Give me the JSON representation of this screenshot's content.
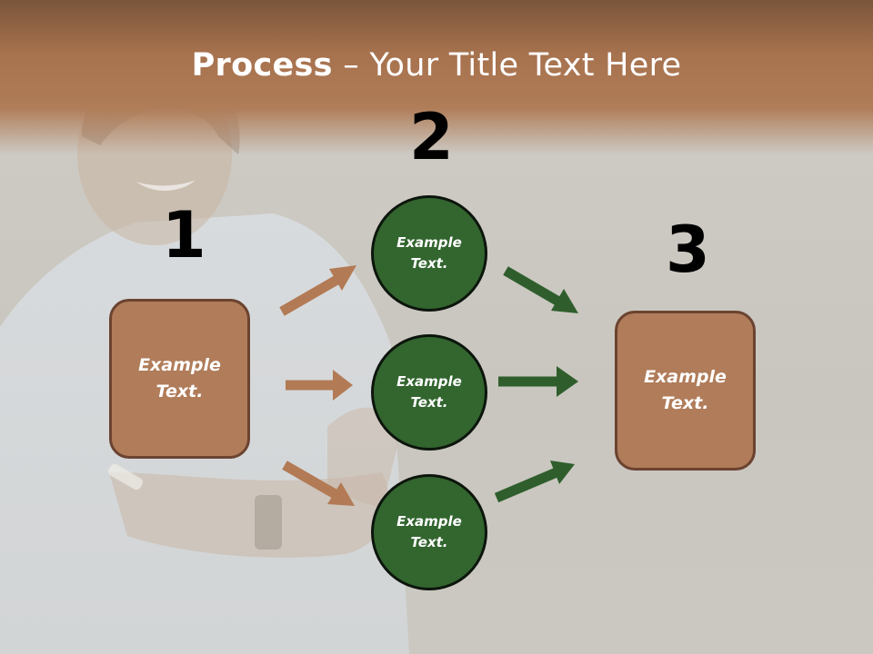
{
  "title": {
    "bold": "Process",
    "rest": " – Your Title Text Here"
  },
  "numbers": [
    "1",
    "2",
    "3"
  ],
  "step1": {
    "line1": "Example",
    "line2": "Text."
  },
  "step2": [
    {
      "line1": "Example",
      "line2": "Text."
    },
    {
      "line1": "Example",
      "line2": "Text."
    },
    {
      "line1": "Example",
      "line2": "Text."
    }
  ],
  "step3": {
    "line1": "Example",
    "line2": "Text."
  },
  "colors": {
    "brown": "#b07c5a",
    "green": "#33652f",
    "arrow_brown": "#b27a55",
    "arrow_green": "#2f5e2c"
  }
}
